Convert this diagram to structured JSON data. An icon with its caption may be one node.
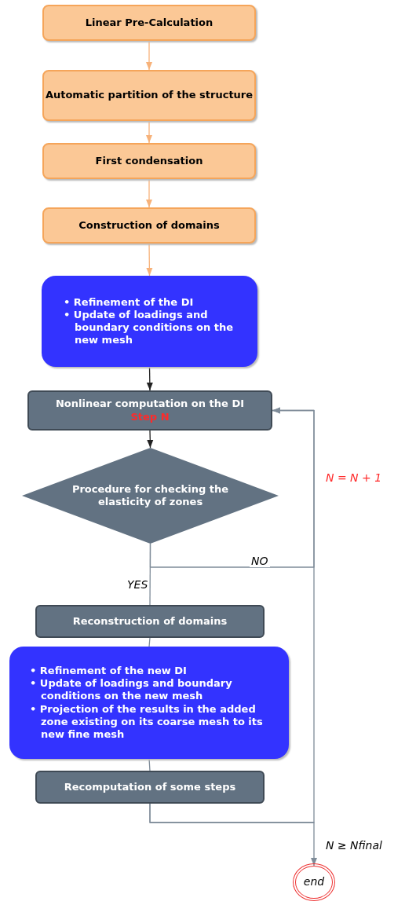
{
  "diagram": {
    "nodes": [
      {
        "text": [
          "Linear Pre-Calculation"
        ]
      },
      {
        "text": [
          "Automatic partition of the structure"
        ]
      },
      {
        "text": [
          "First condensation"
        ]
      },
      {
        "text": [
          "Construction of domains"
        ]
      },
      {
        "text": [
          "• Refinement of the DI",
          "• Update of loadings and boundary conditions on the new mesh"
        ]
      },
      {
        "text": [
          "Nonlinear computation on the DI",
          "Step N"
        ]
      },
      {
        "text": [
          "Procedure for checking the elasticity of zones"
        ]
      },
      {
        "text": [
          "Reconstruction of domains"
        ]
      },
      {
        "text": [
          "• Refinement of the new DI",
          "• Update of loadings and boundary conditions on the new mesh",
          "• Projection of the results in the added zone existing on its coarse mesh to its new fine mesh"
        ]
      },
      {
        "text": [
          "Recomputation of some steps"
        ]
      },
      {
        "text": [
          "end"
        ]
      }
    ],
    "edges": [
      {
        "from": 0,
        "to": 1,
        "arrow": "to",
        "color": "#f7b27a"
      },
      {
        "from": 1,
        "to": 2,
        "arrow": "to",
        "color": "#f7b27a"
      },
      {
        "from": 2,
        "to": 3,
        "arrow": "to",
        "color": "#f7b27a"
      },
      {
        "from": 3,
        "to": 4,
        "arrow": "to",
        "color": "#f7b27a"
      },
      {
        "from": 4,
        "to": 5,
        "arrow": "to",
        "color": "#222222"
      },
      {
        "from": 5,
        "to": 6,
        "arrow": "to",
        "color": "#222222"
      },
      {
        "from": 6,
        "to": 5,
        "arrow": "to",
        "label": "NO"
      },
      {
        "from": 6,
        "to": 7,
        "arrow": "none",
        "label": "YES"
      },
      {
        "from": 7,
        "to": 8,
        "arrow": "none"
      },
      {
        "from": 8,
        "to": 9,
        "arrow": "none"
      },
      {
        "from": 9,
        "to": 5,
        "arrow": "to",
        "label": "N = N + 1"
      },
      {
        "from": 9,
        "to": 10,
        "arrow": "to",
        "label": "N ≥ Nfinal"
      }
    ]
  }
}
